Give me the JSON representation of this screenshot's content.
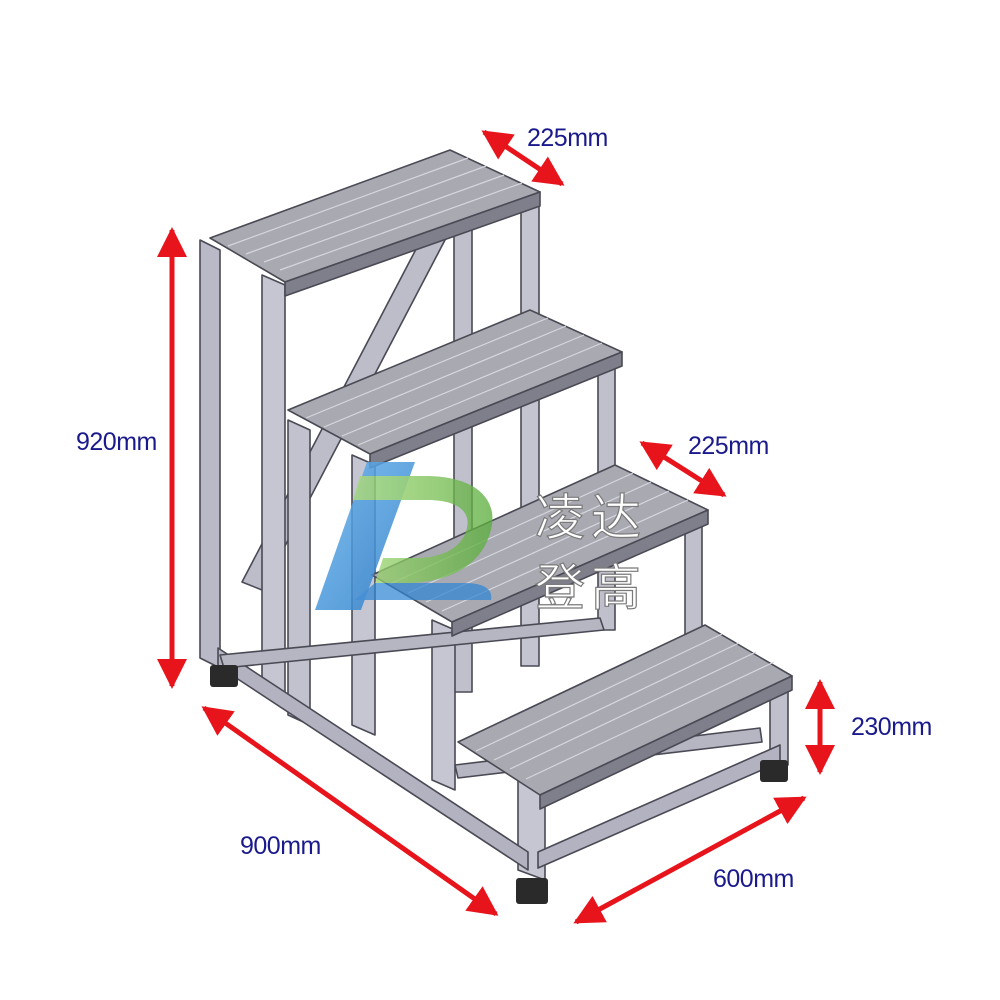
{
  "dimensions": {
    "step_depth_top": "225mm",
    "step_depth_mid": "225mm",
    "total_height": "920mm",
    "step_height": "230mm",
    "length": "900mm",
    "width": "600mm"
  },
  "watermark": {
    "line1": "凌达",
    "line2": "登高"
  },
  "colors": {
    "arrow": "#e8141c",
    "label": "#1a1a8c",
    "frame": "#b8b8c6",
    "frame_edge": "#4a4a55",
    "tread": "#a8a8b0",
    "foot": "#2a2a2a",
    "logo_blue": "#3b8fd6",
    "logo_green": "#7ec45a"
  }
}
